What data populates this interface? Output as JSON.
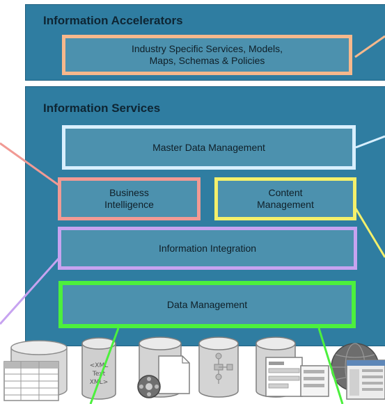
{
  "diagram": {
    "accelerators": {
      "title": "Information Accelerators",
      "box_line1": "Industry Specific Services, Models,",
      "box_line2": "Maps, Schemas & Policies"
    },
    "services": {
      "title": "Information Services",
      "mdm": "Master Data Management",
      "bi_line1": "Business",
      "bi_line2": "Intelligence",
      "cm_line1": "Content",
      "cm_line2": "Management",
      "integration": "Information Integration",
      "data_management": "Data Management"
    },
    "icons": [
      "table-database-icon",
      "xml-database-icon",
      "media-documents-database-icon",
      "workflow-database-icon",
      "forms-database-icon",
      "web-globe-icon"
    ],
    "colors": {
      "panel": "#2f7da1",
      "orange": "#f6b88c",
      "light_blue": "#d8efff",
      "red": "#f19a94",
      "yellow": "#f4f06b",
      "purple": "#c7a3f0",
      "green": "#4cf03d"
    }
  }
}
